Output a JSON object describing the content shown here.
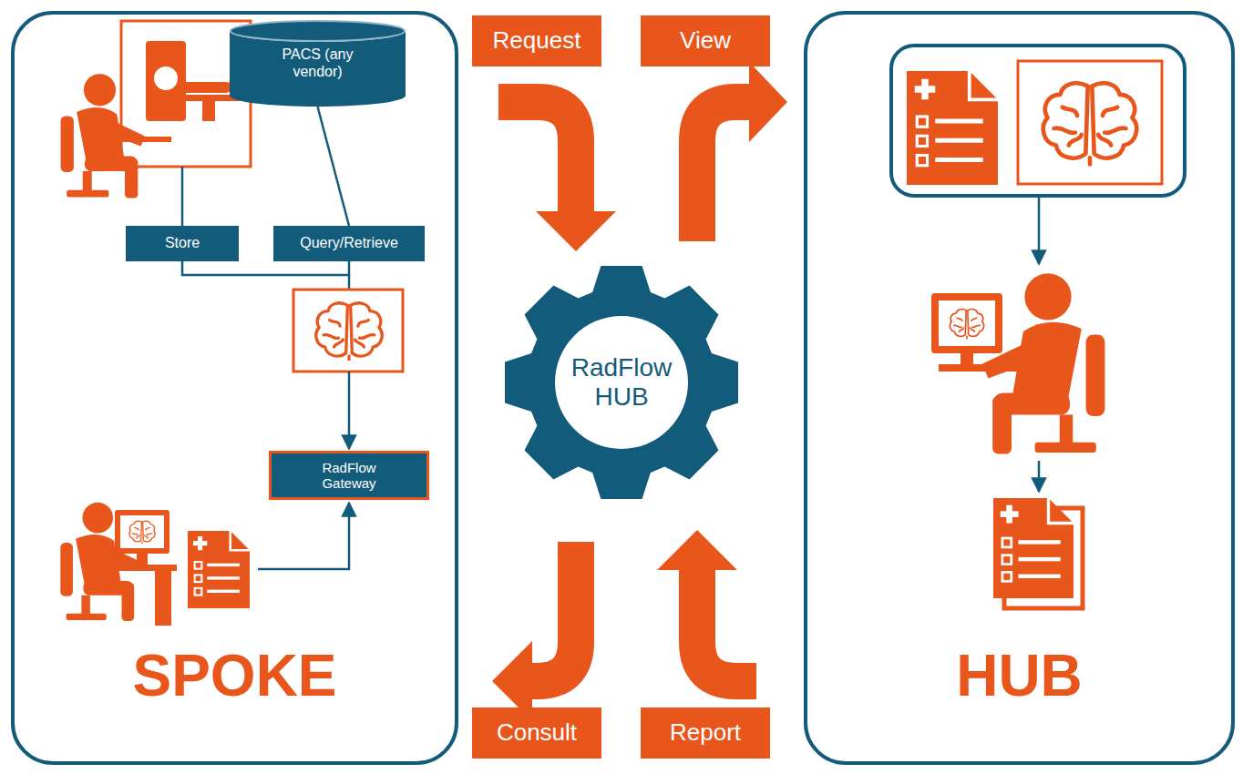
{
  "diagram": {
    "nodes": [
      {
        "text": [
          "SPOKE"
        ]
      },
      {
        "text": [
          "PACS (any vendor)"
        ],
        "in": 0
      },
      {
        "text": [
          "Store"
        ],
        "in": 0
      },
      {
        "text": [
          "Query/Retrieve"
        ],
        "in": 0
      },
      {
        "text": [
          "RadFlow Gateway"
        ],
        "in": 0
      },
      {
        "text": [
          "Request"
        ]
      },
      {
        "text": [
          "View"
        ]
      },
      {
        "text": [
          "RadFlow HUB"
        ]
      },
      {
        "text": [
          "Consult"
        ]
      },
      {
        "text": [
          "Report"
        ]
      },
      {
        "text": [
          "HUB"
        ]
      }
    ],
    "edges": [
      {
        "from": 2,
        "to": 3,
        "arrow": "none"
      },
      {
        "from": 3,
        "to": 1,
        "arrow": "none"
      }
    ]
  }
}
